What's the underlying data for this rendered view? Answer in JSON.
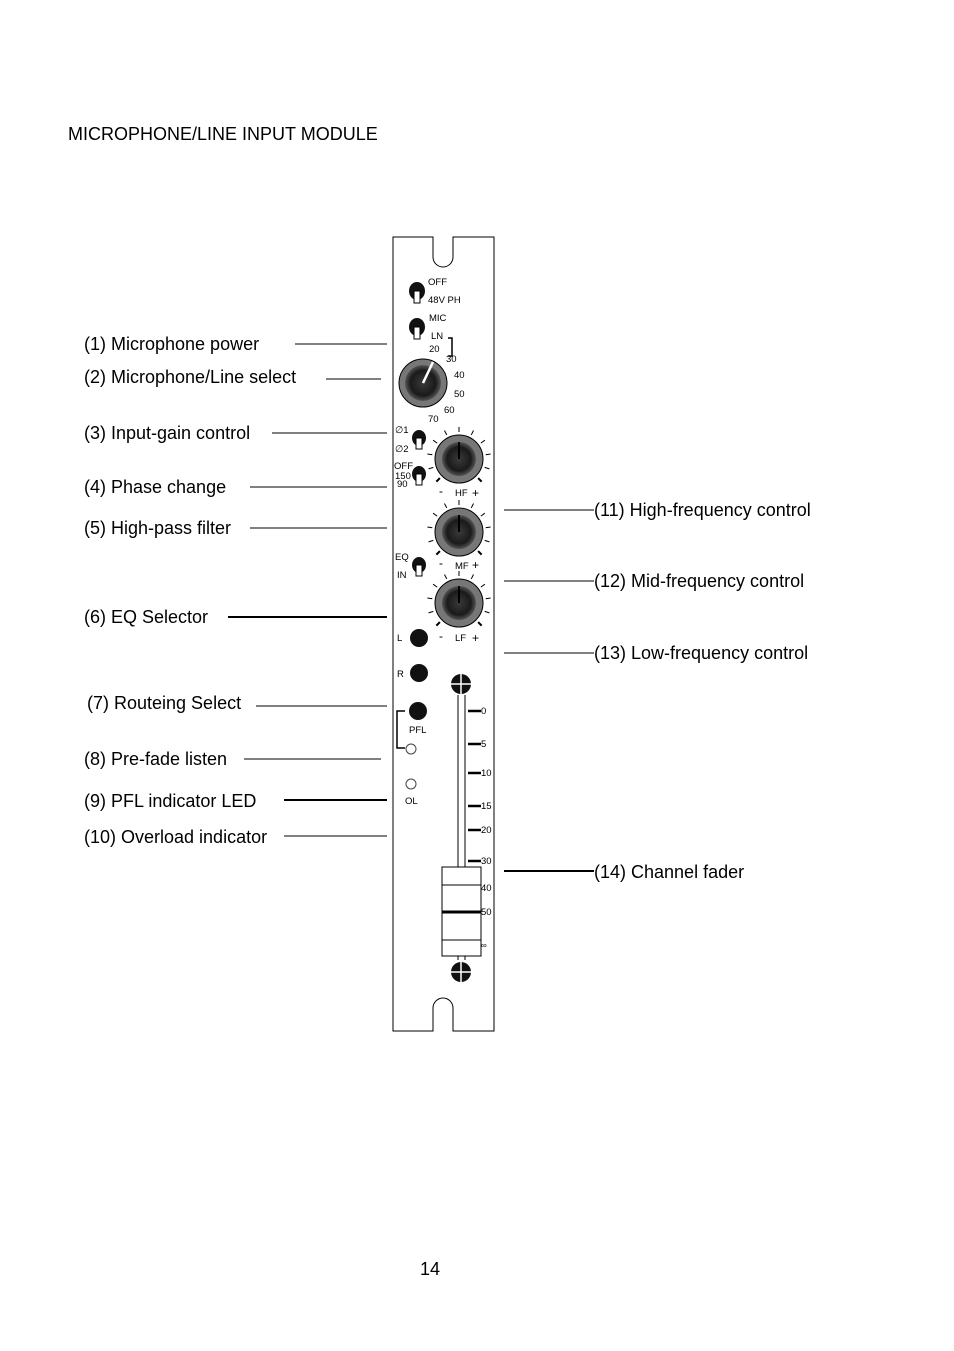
{
  "title": "MICROPHONE/LINE  INPUT MODULE",
  "page_number": "14",
  "callouts_left": [
    "(1) Microphone  power",
    "(2) Microphone/Line select",
    "(3) Input-gain control",
    "(4) Phase change",
    "(5) High-pass filter",
    "(6) EQ Selector",
    "(7) Routeing Select",
    "(8) Pre-fade listen",
    "(9) PFL indicator LED",
    "(10) Overload indicator"
  ],
  "callouts_right": [
    "(11) High-frequency control",
    "(12) Mid-frequency control",
    "(13) Low-frequency control",
    "(14) Channel fader"
  ],
  "panel": {
    "power_switch": [
      "OFF",
      "48V PH"
    ],
    "input_switch": [
      "MIC",
      "LN"
    ],
    "gain_scale": [
      "20",
      "30",
      "40",
      "50",
      "60",
      "70"
    ],
    "phase_labels": [
      "∅1",
      "∅2"
    ],
    "hpf_labels": [
      "OFF",
      "150",
      "90"
    ],
    "eq_knobs": [
      {
        "label": "HF",
        "minus": "-",
        "plus": "+"
      },
      {
        "label": "MF",
        "minus": "-",
        "plus": "+"
      },
      {
        "label": "LF",
        "minus": "-",
        "plus": "+"
      }
    ],
    "eq_switch": [
      "EQ",
      "IN"
    ],
    "routing": [
      "L",
      "R"
    ],
    "pfl_label": "PFL",
    "ol_label": "OL",
    "fader_scale": [
      "0",
      "5",
      "10",
      "15",
      "20",
      "30",
      "40",
      "50",
      "∞"
    ]
  }
}
